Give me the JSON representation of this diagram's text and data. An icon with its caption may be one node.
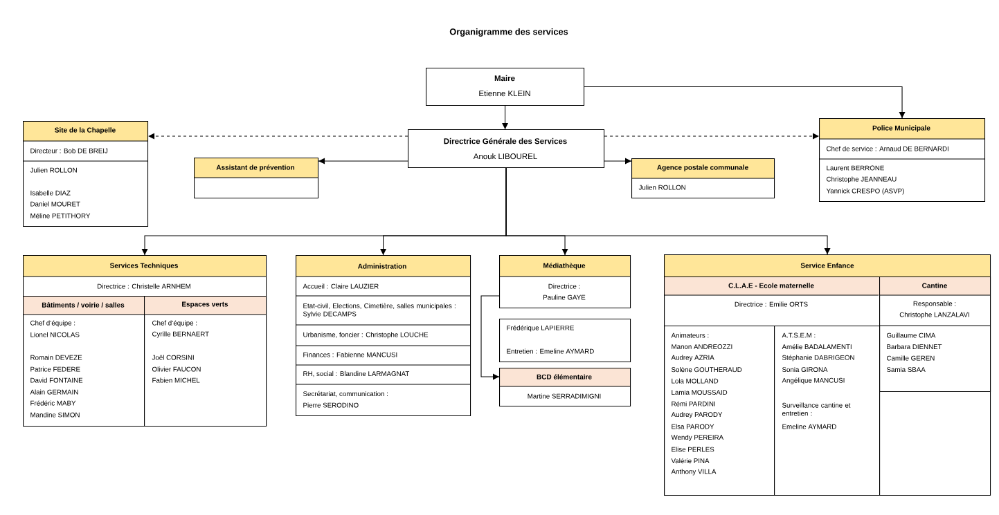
{
  "diagram": {
    "title": "Organigramme des services",
    "nodes": [
      {
        "text": [
          "Maire",
          "Etienne KLEIN"
        ]
      },
      {
        "text": [
          "Directrice Générale des Services",
          "Anouk LIBOUREL"
        ]
      },
      {
        "text": [
          "Site de la Chapelle",
          "Directeur : Bob DE BREIJ",
          "Julien ROLLON",
          "Isabelle DIAZ",
          "Daniel MOURET",
          "Méline PETITHORY"
        ]
      },
      {
        "text": [
          "Assistant de prévention"
        ]
      },
      {
        "text": [
          "Agence postale communale",
          "Julien ROLLON"
        ]
      },
      {
        "text": [
          "Police Municipale",
          "Chef de service : Arnaud DE BERNARDI",
          "Laurent BERRONE",
          "Christophe JEANNEAU",
          "Yannick CRESPO (ASVP)"
        ]
      },
      {
        "text": [
          "Services Techniques",
          "Directrice : Christelle ARNHEM"
        ]
      },
      {
        "text": [
          "Bâtiments / voirie / salles",
          "Chef d’équipe :",
          "Lionel NICOLAS",
          "Romain DEVEZE",
          "Patrice FEDERE",
          "David FONTAINE",
          "Alain GERMAIN",
          "Frédéric MABY",
          "Mandine SIMON"
        ],
        "in": 6
      },
      {
        "text": [
          "Espaces verts",
          "Chef d’équipe :",
          "Cyrille BERNAERT",
          "Joël CORSINI",
          "Olivier FAUCON",
          "Fabien MICHEL"
        ],
        "in": 6
      },
      {
        "text": [
          "Administration",
          "Accueil : Claire LAUZIER",
          "Etat-civil, Elections, Cimetière, salles municipales : Sylvie DECAMPS",
          "Urbanisme, foncier : Christophe LOUCHE",
          "Finances : Fabienne MANCUSI",
          "RH, social : Blandine LARMAGNAT",
          "Secrétariat, communication :",
          "Pierre SERODINO"
        ]
      },
      {
        "text": [
          "Médiathèque",
          "Directrice :",
          "Pauline GAYE"
        ]
      },
      {
        "text": [
          "Frédérique LAPIERRE",
          "Entretien : Emeline AYMARD"
        ]
      },
      {
        "text": [
          "BCD élémentaire",
          "Martine SERRADIMIGNI"
        ]
      },
      {
        "text": [
          "Service Enfance"
        ]
      },
      {
        "text": [
          "C.L.A.E - Ecole maternelle",
          "Directrice : Emilie ORTS"
        ],
        "in": 13
      },
      {
        "text": [
          "Animateurs :",
          "Manon ANDREOZZI",
          "Audrey AZRIA",
          "Solène GOUTHERAUD",
          "Lola MOLLAND",
          "Lamia MOUSSAID",
          "Rémi PARDINI",
          "Audrey PARODY",
          "Elsa PARODY",
          "Wendy PEREIRA",
          "Elise PERLES",
          "Valérie PINA",
          "Anthony VILLA"
        ],
        "in": 14
      },
      {
        "text": [
          "A.T.S.E.M :",
          "Amélie BADALAMENTI",
          "Stéphanie DABRIGEON",
          "Sonia GIRONA",
          "Angélique MANCUSI",
          "Surveillance cantine et entretien :",
          "Emeline AYMARD"
        ],
        "in": 14
      },
      {
        "text": [
          "Cantine",
          "Responsable :",
          "Christophe LANZALAVI",
          "Guillaume CIMA",
          "Barbara DIENNET",
          "Camille GEREN",
          "Samia SBAA"
        ],
        "in": 13
      }
    ],
    "edges": [
      {
        "from": 0,
        "to": 1,
        "arrow": "to"
      },
      {
        "from": 0,
        "to": 5,
        "arrow": "to"
      },
      {
        "from": 1,
        "to": 2,
        "arrow": "to",
        "style": "dashed"
      },
      {
        "from": 1,
        "to": 5,
        "arrow": "to",
        "style": "dashed"
      },
      {
        "from": 1,
        "to": 3,
        "arrow": "to"
      },
      {
        "from": 1,
        "to": 4,
        "arrow": "to"
      },
      {
        "from": 1,
        "to": 6,
        "arrow": "to"
      },
      {
        "from": 1,
        "to": 9,
        "arrow": "to"
      },
      {
        "from": 1,
        "to": 10,
        "arrow": "to"
      },
      {
        "from": 1,
        "to": 13,
        "arrow": "to"
      },
      {
        "from": 10,
        "to": 12,
        "arrow": "to"
      }
    ]
  }
}
